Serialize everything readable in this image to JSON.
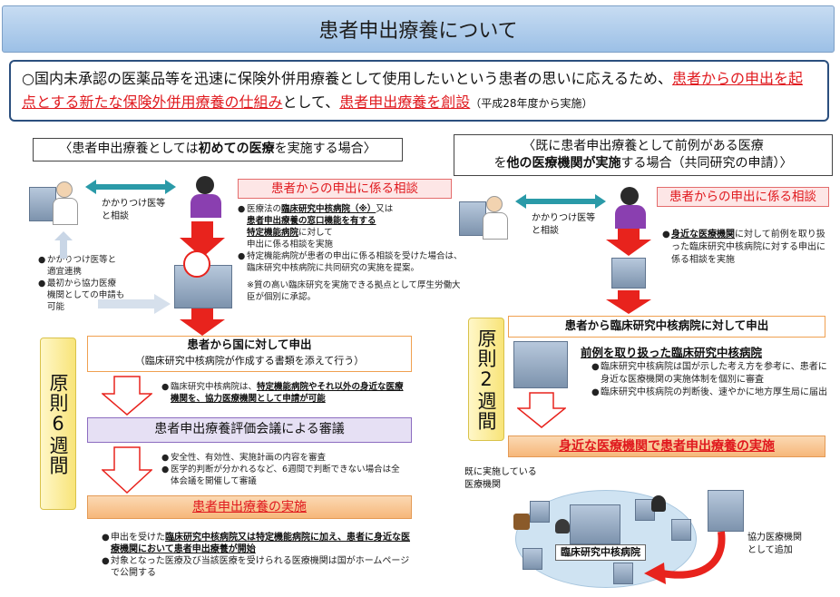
{
  "title": "患者申出療養について",
  "intro": {
    "p1": "○国内未承認の医薬品等を迅速に保険外併用療養として使用したいという患者の思いに応えるため、",
    "p2": "患者からの申出を起点とする新たな保険外併用療養の仕組み",
    "p3": "として、",
    "p4": "患者申出療養を創設",
    "p5": "（平成28年度から実施）"
  },
  "left": {
    "header_a": "〈患者申出療養としては",
    "header_b": "初めての医療",
    "header_c": "を実施する場合〉",
    "doctor_caption": "かかりつけ医等\nと相談",
    "consult_title": "患者からの申出に係る相談",
    "consult_notes": {
      "n1a": "医療法の",
      "n1b": "臨床研究中核病院（※）",
      "n1c": "又は",
      "n1d": "患者申出療養の窓口機能を有する",
      "n1e": "特定機能病院",
      "n1f": "に対して",
      "n1g": "申出に係る相談を実施",
      "n2": "特定機能病院が患者の申出に係る相談を受けた場合は、臨床研究中核病院に共同研究の実施を提案。",
      "n3": "※質の高い臨床研究を実施できる拠点として厚生労働大臣が個別に承認。"
    },
    "side_notes": {
      "s1": "かかりつけ医等と",
      "s2": "適宜連携",
      "s3": "最初から協力医療",
      "s4": "機関としての申請も",
      "s5": "可能"
    },
    "apply_title": "患者から国に対して申出",
    "apply_sub": "（臨床研究中核病院が作成する書類を添えて行う）",
    "apply_note_a": "臨床研究中核病院は、",
    "apply_note_b": "特定機能病院やそれ以外の身近な医療機関を、協力医療機関として申請が可能",
    "review_title": "患者申出療養評価会議による審議",
    "review_notes": {
      "r1": "安全性、有効性、実施計画の内容を審査",
      "r2": "医学的判断が分かれるなど、6週間で判断できない場合は全体会議を開催して審議"
    },
    "implement_title": "患者申出療養の実施",
    "final_notes": {
      "f1a": "申出を受けた",
      "f1b": "臨床研究中核病院又は特定機能病院に加え、患者に身近な医療機関において患者申出療養が開始",
      "f2": "対象となった医療及び当該医療を受けられる医療機関は国がホームページで公開する"
    },
    "period_tab": "原則6週間"
  },
  "right": {
    "header_a": "〈既に患者申出療養として前例がある医療",
    "header_b": "を",
    "header_c": "他の医療機関が実施",
    "header_d": "する場合（共同研究の申請）〉",
    "doctor_caption": "かかりつけ医等\nと相談",
    "consult_title": "患者からの申出に係る相談",
    "consult_note_a": "身近な医療機関",
    "consult_note_b": "に対して前例を取り扱った臨床研究中核病院に対する申出に係る相談を実施",
    "apply_title": "患者から臨床研究中核病院に対して申出",
    "hospital_title": "前例を取り扱った臨床研究中核病院",
    "hospital_notes": {
      "h1": "臨床研究中核病院は国が示した考え方を参考に、患者に身近な医療機関の実施体制を個別に審査",
      "h2": "臨床研究中核病院の判断後、速やかに地方厚生局に届出"
    },
    "implement_a": "身近な医療機関で",
    "implement_b": "患者申出療養の実施",
    "network_label": "既に実施している\n医療機関",
    "network_center": "臨床研究中核病院",
    "added_label": "協力医療機関\nとして追加",
    "period_tab": "原則2週間"
  },
  "colors": {
    "accent_red": "#e0191e",
    "title_blue": "#9cc0e6",
    "arrow_red": "#e8231d",
    "teal_arrow": "#2a9aa8"
  }
}
